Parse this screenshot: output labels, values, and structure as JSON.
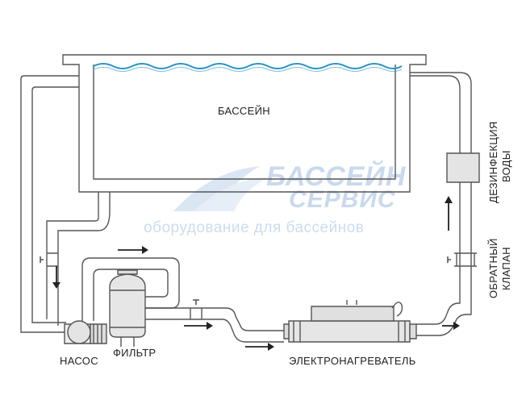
{
  "watermark": {
    "line1": "БАССЕЙН",
    "line2": "СЕРВИС",
    "line3": "оборудование для бассейнов"
  },
  "labels": {
    "pool": "БАССЕЙН",
    "pump": "НАСОС",
    "filter": "ФИЛЬТР",
    "heater": "ЭЛЕКТРОНАГРЕВАТЕЛЬ",
    "disinfection_line1": "ДЕЗИНФЕКЦИЯ",
    "disinfection_line2": "ВОДЫ",
    "check_valve_line1": "ОБРАТНЫЙ",
    "check_valve_line2": "КЛАПАН"
  },
  "colors": {
    "line": "#555555",
    "water": "#2a93c4",
    "watermark": "#c9d9ee",
    "equipment_fill": "#e6e6e6",
    "text": "#222222"
  },
  "icons": {
    "flow_arrow": "arrow-icon",
    "valve": "valve-icon"
  }
}
